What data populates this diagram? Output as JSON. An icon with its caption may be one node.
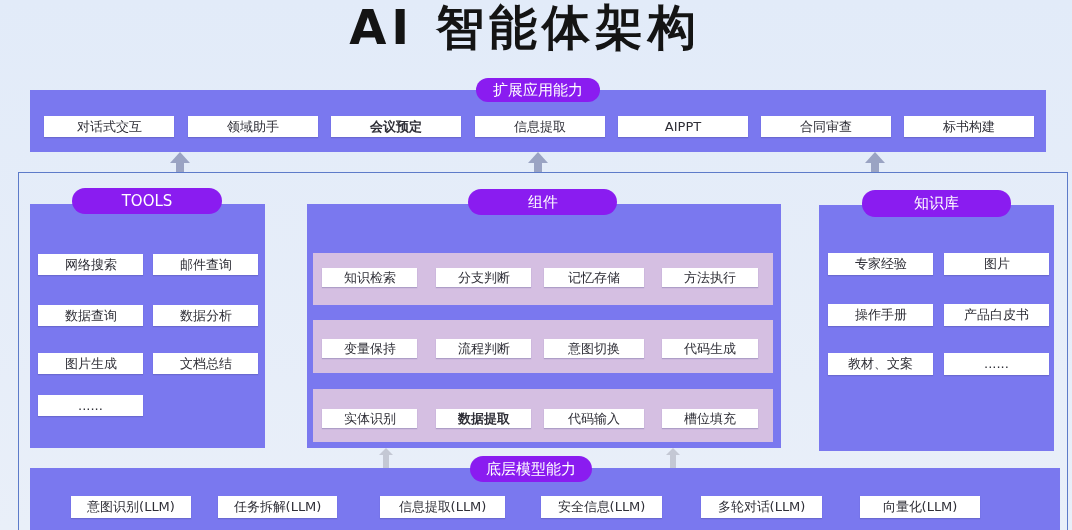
{
  "diagram": {
    "title": "AI 智能体架构",
    "nodes": [
      {
        "text": [
          "扩展应用能力"
        ]
      },
      {
        "text": [
          "对话式交互"
        ],
        "in": 0
      },
      {
        "text": [
          "领域助手"
        ],
        "in": 0
      },
      {
        "text": [
          "会议预定"
        ],
        "in": 0
      },
      {
        "text": [
          "信息提取"
        ],
        "in": 0
      },
      {
        "text": [
          "AIPPT"
        ],
        "in": 0
      },
      {
        "text": [
          "合同审查"
        ],
        "in": 0
      },
      {
        "text": [
          "标书构建"
        ],
        "in": 0
      },
      {
        "text": [],
        "shape": "box"
      },
      {
        "text": [
          "TOOLS"
        ],
        "in": 8
      },
      {
        "text": [
          "网络搜索"
        ],
        "in": 9
      },
      {
        "text": [
          "邮件查询"
        ],
        "in": 9
      },
      {
        "text": [
          "数据查询"
        ],
        "in": 9
      },
      {
        "text": [
          "数据分析"
        ],
        "in": 9
      },
      {
        "text": [
          "图片生成"
        ],
        "in": 9
      },
      {
        "text": [
          "文档总结"
        ],
        "in": 9
      },
      {
        "text": [
          "......"
        ],
        "in": 9
      },
      {
        "text": [
          "组件"
        ],
        "in": 8
      },
      {
        "text": [],
        "shape": "box",
        "in": 17
      },
      {
        "text": [
          "知识检索"
        ],
        "in": 18
      },
      {
        "text": [
          "分支判断"
        ],
        "in": 18
      },
      {
        "text": [
          "记忆存储"
        ],
        "in": 18
      },
      {
        "text": [
          "方法执行"
        ],
        "in": 18
      },
      {
        "text": [],
        "shape": "box",
        "in": 17
      },
      {
        "text": [
          "变量保持"
        ],
        "in": 23
      },
      {
        "text": [
          "流程判断"
        ],
        "in": 23
      },
      {
        "text": [
          "意图切换"
        ],
        "in": 23
      },
      {
        "text": [
          "代码生成"
        ],
        "in": 23
      },
      {
        "text": [],
        "shape": "box",
        "in": 17
      },
      {
        "text": [
          "实体识别"
        ],
        "in": 28
      },
      {
        "text": [
          "数据提取"
        ],
        "in": 28
      },
      {
        "text": [
          "代码输入"
        ],
        "in": 28
      },
      {
        "text": [
          "槽位填充"
        ],
        "in": 28
      },
      {
        "text": [
          "知识库"
        ],
        "in": 8
      },
      {
        "text": [
          "专家经验"
        ],
        "in": 33
      },
      {
        "text": [
          "图片"
        ],
        "in": 33
      },
      {
        "text": [
          "操作手册"
        ],
        "in": 33
      },
      {
        "text": [
          "产品白皮书"
        ],
        "in": 33
      },
      {
        "text": [
          "教材、文案"
        ],
        "in": 33
      },
      {
        "text": [
          "......"
        ],
        "in": 33
      },
      {
        "text": [
          "底层模型能力"
        ],
        "in": 8
      },
      {
        "text": [
          "意图识别(LLM)"
        ],
        "in": 40
      },
      {
        "text": [
          "任务拆解(LLM)"
        ],
        "in": 40
      },
      {
        "text": [
          "信息提取(LLM)"
        ],
        "in": 40
      },
      {
        "text": [
          "安全信息(LLM)"
        ],
        "in": 40
      },
      {
        "text": [
          "多轮对话(LLM)"
        ],
        "in": 40
      },
      {
        "text": [
          "向量化(LLM)"
        ],
        "in": 40
      }
    ],
    "edges": [
      {
        "from": 8,
        "to": 0,
        "arrow": "to"
      },
      {
        "from": 8,
        "to": 0,
        "arrow": "to"
      },
      {
        "from": 8,
        "to": 0,
        "arrow": "to"
      },
      {
        "from": 40,
        "to": 17,
        "arrow": "to",
        "color": "#c4c8d4"
      },
      {
        "from": 40,
        "to": 17,
        "arrow": "to",
        "color": "#c4c8d4"
      }
    ]
  }
}
